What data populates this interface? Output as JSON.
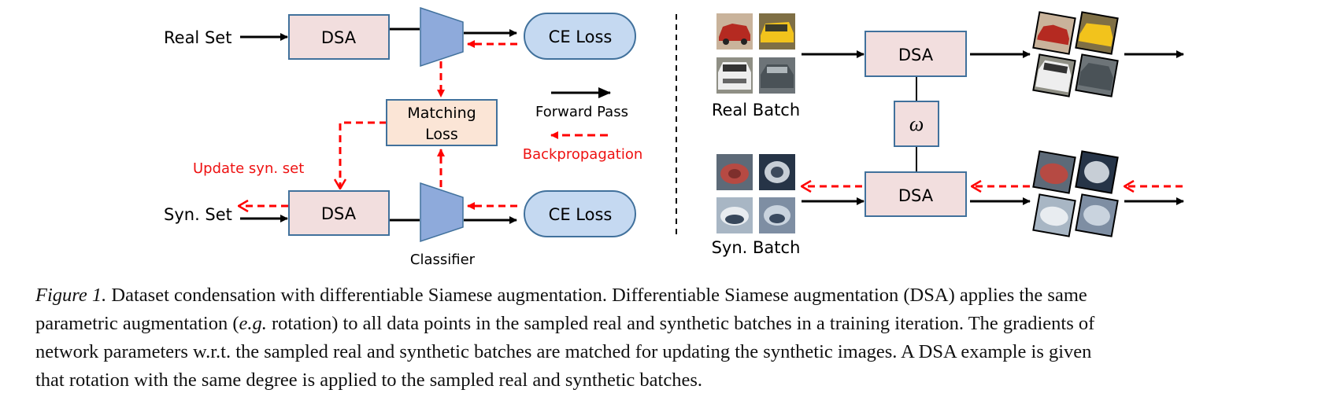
{
  "colors": {
    "dsa_fill": "#f2dede",
    "dsa_border": "#41719c",
    "classifier_fill": "#8eaadb",
    "matching_fill": "#fbe5d6",
    "ce_fill": "#c5d9f1",
    "backprop_red": "#ff0000",
    "update_label_red": "#ee1111"
  },
  "icons": {
    "classifier": "trapezoid-network-icon",
    "thumbnails": "car-image-thumbnail-icon"
  },
  "left": {
    "real_set": "Real Set",
    "syn_set": "Syn. Set",
    "dsa_top": "DSA",
    "dsa_bottom": "DSA",
    "ce_top": "CE Loss",
    "ce_bottom": "CE Loss",
    "matching_line1": "Matching",
    "matching_line2": "Loss",
    "classifier": "Classifier",
    "update_syn": "Update syn. set",
    "legend_forward": "Forward Pass",
    "legend_backprop": "Backpropagation"
  },
  "right": {
    "dsa_top": "DSA",
    "dsa_bottom": "DSA",
    "omega": "ω",
    "real_batch": "Real Batch",
    "syn_batch": "Syn. Batch"
  },
  "caption": {
    "figure_label": "Figure 1.",
    "l1": " Dataset condensation with differentiable Siamese augmentation. Differentiable Siamese augmentation (DSA) applies the same",
    "l2a": "parametric augmentation (",
    "l2_eg": "e.g.",
    "l2b": " rotation) to all data points in the sampled real and synthetic batches in a training iteration. The gradients of",
    "l3": "network parameters w.r.t. the sampled real and synthetic batches are matched for updating the synthetic images. A DSA example is given",
    "l4": "that rotation with the same degree is applied to the sampled real and synthetic batches."
  }
}
